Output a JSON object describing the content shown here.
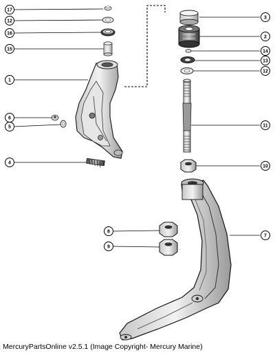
{
  "callouts": {
    "c17": "17",
    "c12a": "12",
    "c16": "16",
    "c15": "15",
    "c1": "1",
    "c6": "6",
    "c5": "5",
    "c4": "4",
    "c3": "3",
    "c2": "2",
    "c14": "14",
    "c13": "13",
    "c12b": "12",
    "c11": "11",
    "c10": "10",
    "c8": "8",
    "c9": "9",
    "c7": "7"
  },
  "footer": {
    "text": "MercuryPartsOnline v2.5.1 (Image Copyright- Mercury Marine)"
  }
}
